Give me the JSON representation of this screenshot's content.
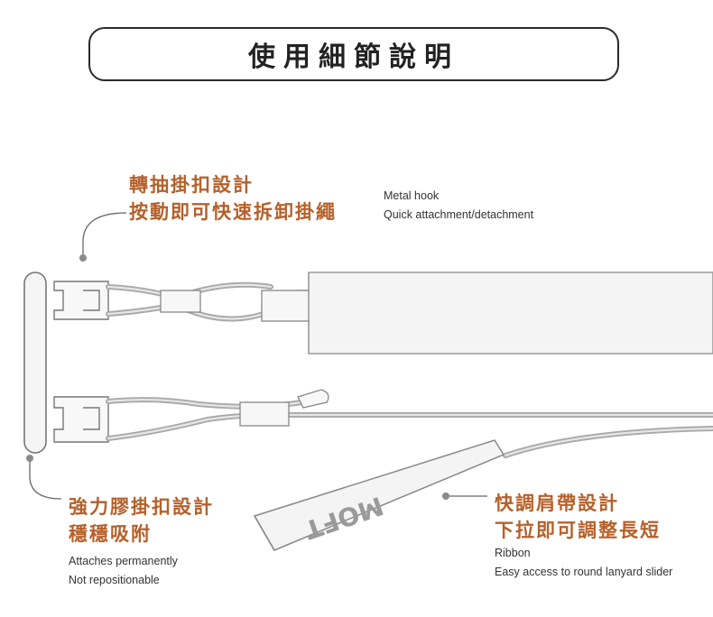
{
  "title": "使用細節說明",
  "callouts": {
    "hook": {
      "cn_line1": "轉抽掛扣設計",
      "cn_line2": "按動即可快速拆卸掛繩",
      "en_line1": "Metal hook",
      "en_line2": "Quick attachment/detachment"
    },
    "pad": {
      "cn_line1": "強力膠掛扣設計",
      "cn_line2": "穩穩吸附",
      "en_line1": "Attaches permanently",
      "en_line2": "Not repositionable"
    },
    "ribbon": {
      "cn_line1": "快調肩帶設計",
      "cn_line2": "下拉即可調整長短",
      "en_line1": "Ribbon",
      "en_line2": "Easy access to round lanyard slider"
    }
  },
  "logo_text": "MOFT",
  "colors": {
    "accent": "#b5602a",
    "strap_fill": "#f3f3f3",
    "strap_stroke": "#9a9a9a",
    "line": "#555555"
  }
}
